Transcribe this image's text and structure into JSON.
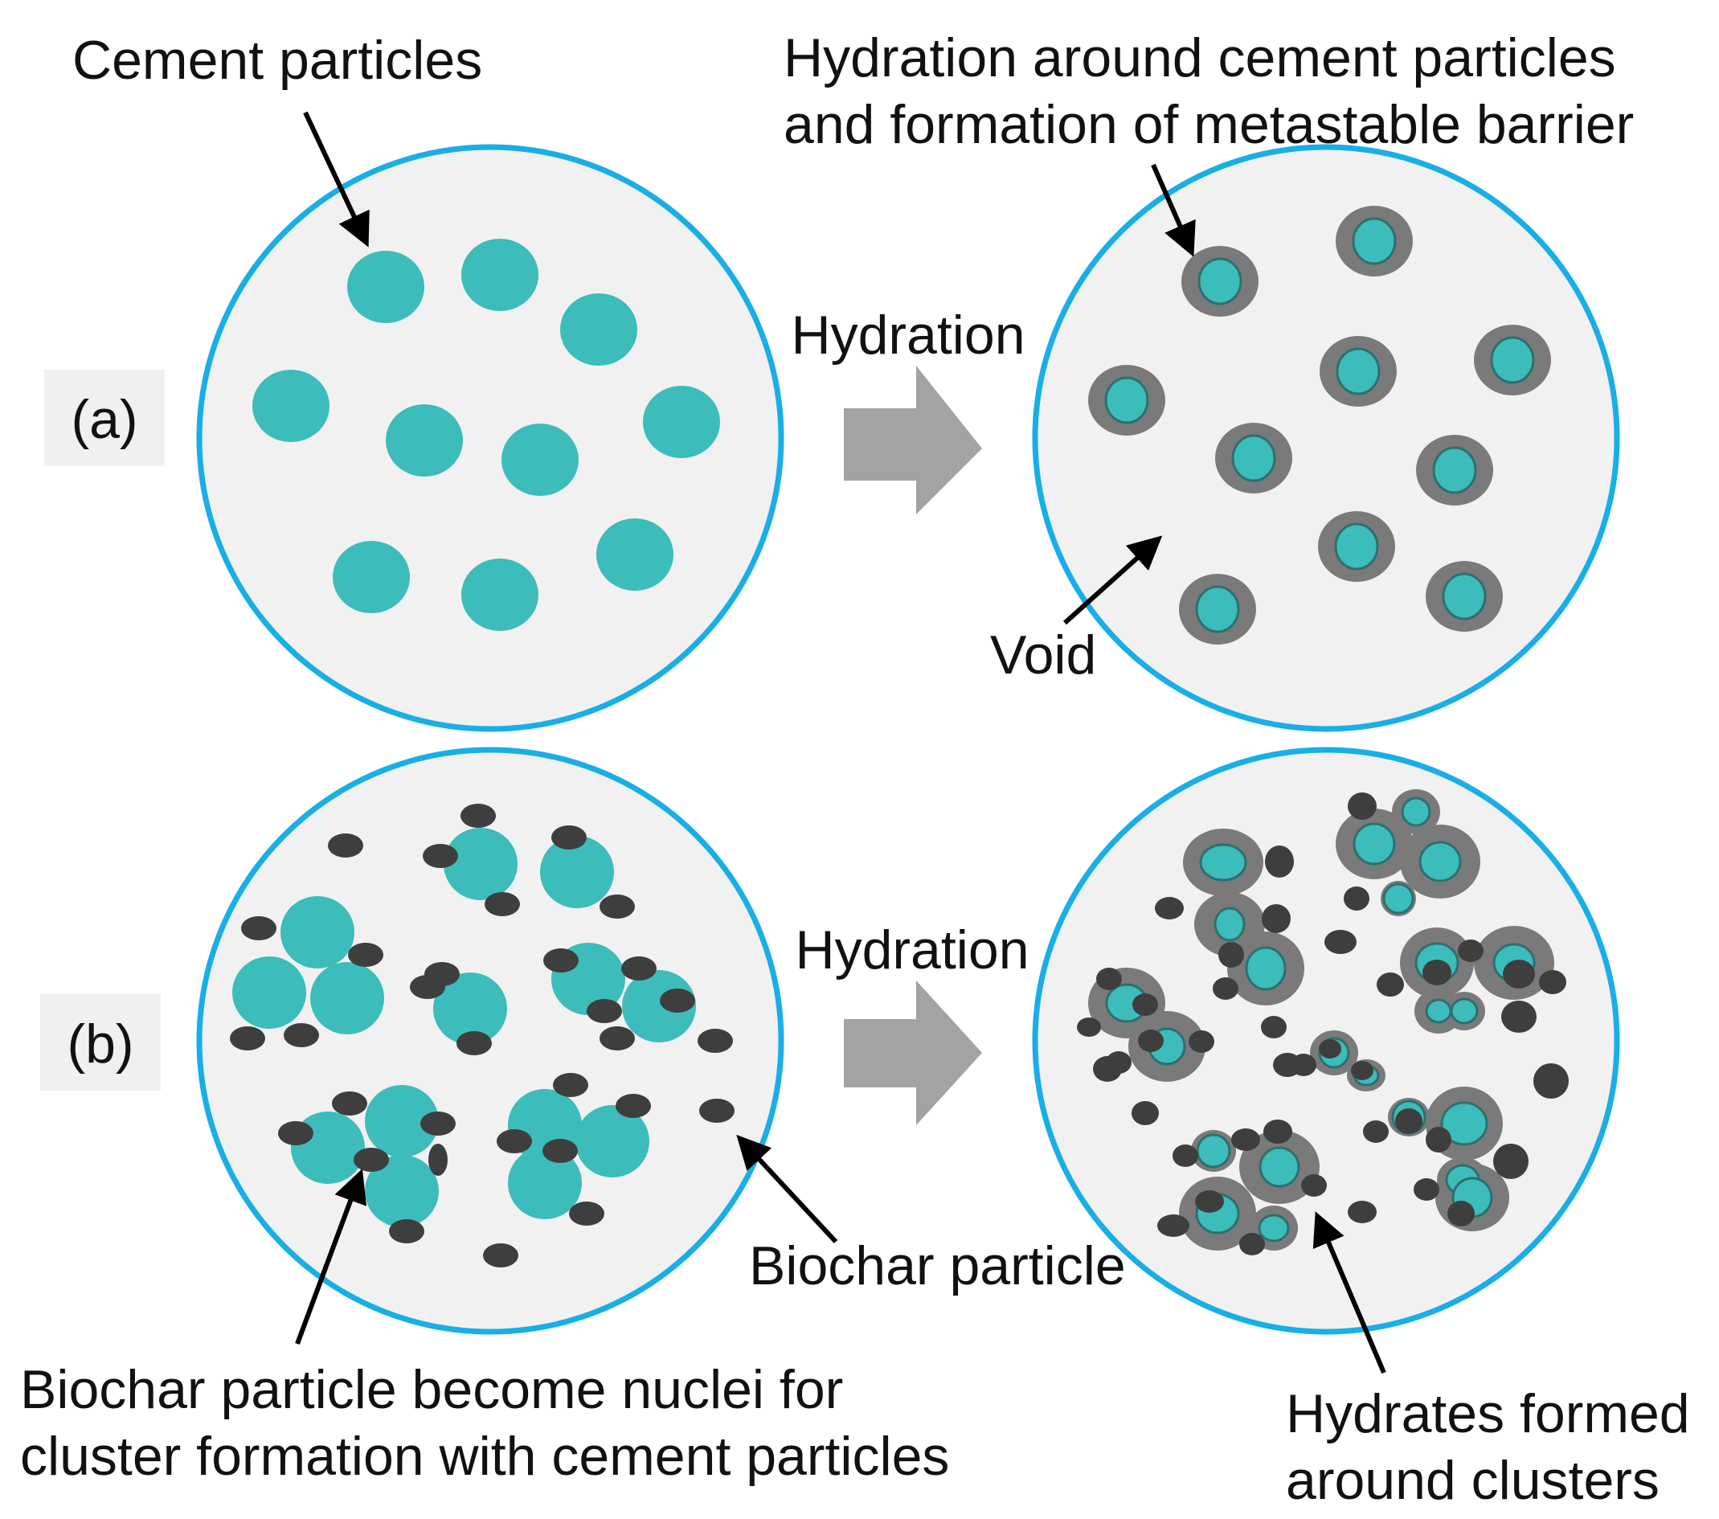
{
  "labels": {
    "cement_particles": "Cement particles",
    "hydration_around_line1": "Hydration around cement particles",
    "hydration_around_line2": "and formation of metastable barrier",
    "void": "Void",
    "biochar_particle": "Biochar particle",
    "nuclei_line1": "Biochar particle become nuclei for",
    "nuclei_line2": "cluster formation with cement particles",
    "hydrates_line1": "Hydrates formed",
    "hydrates_line2": "around clusters"
  },
  "panels": [
    {
      "tag": "(a)",
      "arrow_label": "Hydration"
    },
    {
      "tag": "(b)",
      "arrow_label": "Hydration"
    }
  ],
  "colors": {
    "cement": "#3cbcba",
    "biochar": "#3e3e3e",
    "hydrate_shell": "#7a7a7a",
    "circle_border": "#19aee6",
    "circle_fill": "#f1f1f1",
    "arrow": "#a3a3a3",
    "tag_box": "#f0f0f0"
  }
}
